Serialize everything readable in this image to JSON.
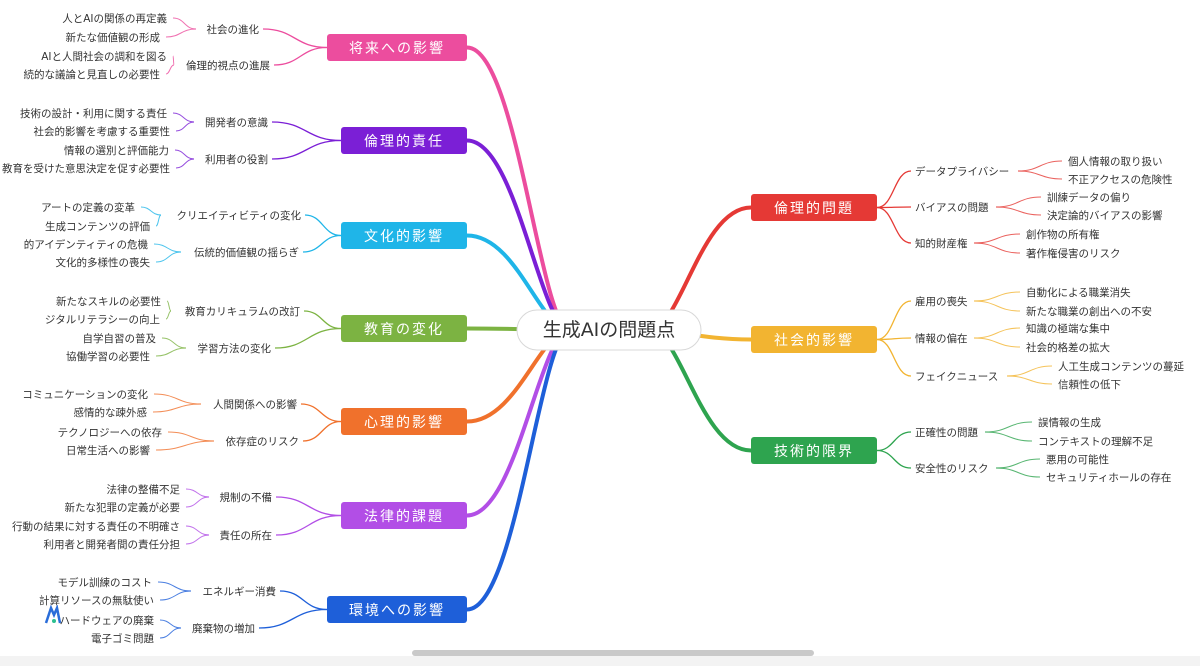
{
  "center": "生成AIの問題点",
  "branches": [
    {
      "label": "将来への影響",
      "color": "#ec4d9e",
      "children": [
        {
          "label": "社会の進化",
          "items": [
            "人とAIの関係の再定義",
            "新たな価値観の形成"
          ]
        },
        {
          "label": "倫理的視点の進展",
          "items": [
            "AIと人間社会の調和を図る",
            "続的な議論と見直しの必要性"
          ]
        }
      ]
    },
    {
      "label": "倫理的責任",
      "color": "#7b1fd6",
      "children": [
        {
          "label": "開発者の意識",
          "items": [
            "技術の設計・利用に関する責任",
            "社会的影響を考慮する重要性"
          ]
        },
        {
          "label": "利用者の役割",
          "items": [
            "情報の選別と評価能力",
            "教育を受けた意思決定を促す必要性"
          ]
        }
      ]
    },
    {
      "label": "文化的影響",
      "color": "#1fb5e8",
      "children": [
        {
          "label": "クリエイティビティの変化",
          "items": [
            "アートの定義の変革",
            "生成コンテンツの評価"
          ]
        },
        {
          "label": "伝統的価値観の揺らぎ",
          "items": [
            "的アイデンティティの危機",
            "文化的多様性の喪失"
          ]
        }
      ]
    },
    {
      "label": "教育の変化",
      "color": "#7cb342",
      "children": [
        {
          "label": "教育カリキュラムの改訂",
          "items": [
            "新たなスキルの必要性",
            "ジタルリテラシーの向上"
          ]
        },
        {
          "label": "学習方法の変化",
          "items": [
            "自学自習の普及",
            "協働学習の必要性"
          ]
        }
      ]
    },
    {
      "label": "心理的影響",
      "color": "#f0712c",
      "children": [
        {
          "label": "人間関係への影響",
          "items": [
            "コミュニケーションの変化",
            "感情的な疎外感"
          ]
        },
        {
          "label": "依存症のリスク",
          "items": [
            "テクノロジーへの依存",
            "日常生活への影響"
          ]
        }
      ]
    },
    {
      "label": "法律的課題",
      "color": "#b24ee6",
      "children": [
        {
          "label": "規制の不備",
          "items": [
            "法律の整備不足",
            "新たな犯罪の定義が必要"
          ]
        },
        {
          "label": "責任の所在",
          "items": [
            "行動の結果に対する責任の不明確さ",
            "利用者と開発者間の責任分担"
          ]
        }
      ]
    },
    {
      "label": "環境への影響",
      "color": "#1e5fd9",
      "children": [
        {
          "label": "エネルギー消費",
          "items": [
            "モデル訓練のコスト",
            "計算リソースの無駄使い"
          ]
        },
        {
          "label": "廃棄物の増加",
          "items": [
            "ハードウェアの廃棄",
            "電子ゴミ問題"
          ]
        }
      ]
    },
    {
      "label": "倫理的問題",
      "color": "#e53935",
      "children": [
        {
          "label": "データプライバシー",
          "items": [
            "個人情報の取り扱い",
            "不正アクセスの危険性"
          ]
        },
        {
          "label": "バイアスの問題",
          "items": [
            "訓練データの偏り",
            "決定論的バイアスの影響"
          ]
        },
        {
          "label": "知的財産権",
          "items": [
            "創作物の所有権",
            "著作権侵害のリスク"
          ]
        }
      ]
    },
    {
      "label": "社会的影響",
      "color": "#f2b431",
      "children": [
        {
          "label": "雇用の喪失",
          "items": [
            "自動化による職業消失",
            "新たな職業の創出への不安"
          ]
        },
        {
          "label": "情報の偏在",
          "items": [
            "知識の極端な集中",
            "社会的格差の拡大"
          ]
        },
        {
          "label": "フェイクニュース",
          "items": [
            "人工生成コンテンツの蔓延",
            "信頼性の低下"
          ]
        }
      ]
    },
    {
      "label": "技術的限界",
      "color": "#2ea44f",
      "children": [
        {
          "label": "正確性の問題",
          "items": [
            "誤情報の生成",
            "コンテキストの理解不足"
          ]
        },
        {
          "label": "安全性のリスク",
          "items": [
            "悪用の可能性",
            "セキュリティホールの存在"
          ]
        }
      ]
    }
  ]
}
